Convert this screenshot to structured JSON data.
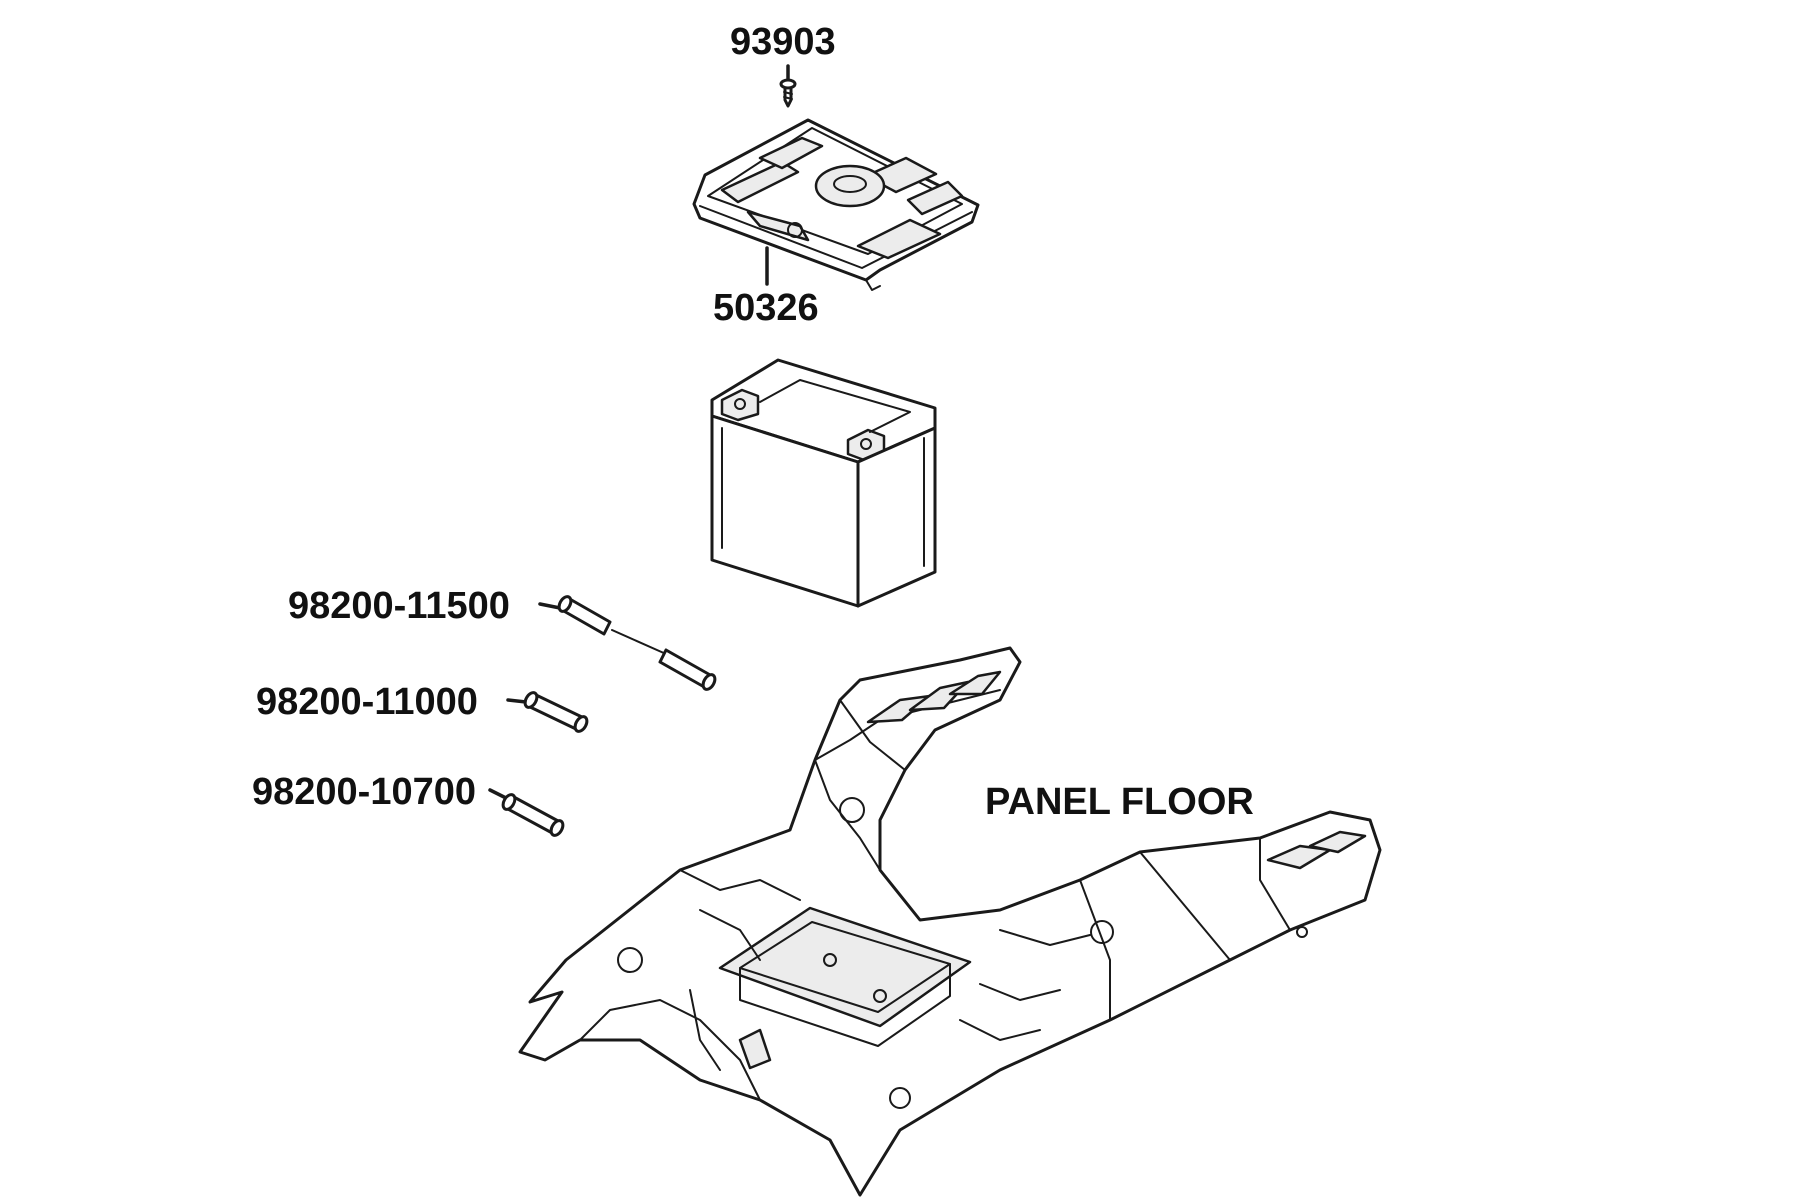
{
  "labels": {
    "screw": "93903",
    "battery_cover": "50326",
    "fuse_15a": "98200-11500",
    "fuse_10a": "98200-11000",
    "fuse_7a": "98200-10700",
    "panel_floor": "PANEL FLOOR"
  }
}
